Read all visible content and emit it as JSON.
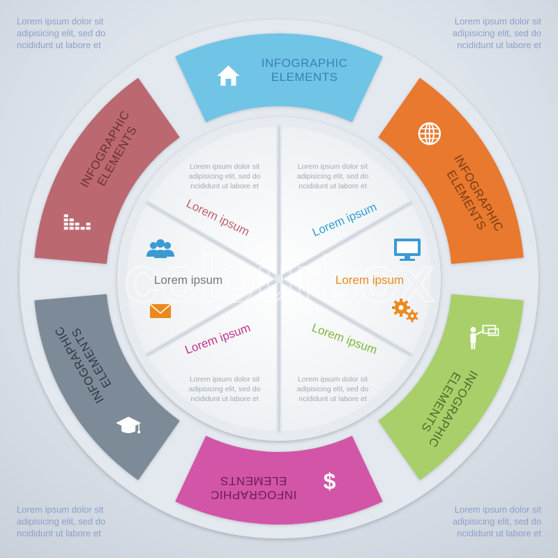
{
  "corner_texts": {
    "top_left": [
      "Lorem ipsum dolor sit",
      "adipisicing elit, sed do",
      "ncididunt ut labore et"
    ],
    "top_right": [
      "Lorem ipsum dolor sit",
      "adipisicing elit, sed do",
      "ncididunt ut labore et"
    ],
    "bottom_left": [
      "Lorem ipsum dolor sit",
      "adipisicing elit, sed do",
      "ncididunt ut labore et"
    ],
    "bottom_right": [
      "Lorem ipsum dolor sit",
      "adipisicing elit, sed do",
      "ncididunt ut labore et"
    ]
  },
  "outer_segments": [
    {
      "name": "top",
      "line1": "INFOGRAPHIC",
      "line2": "ELEMENTS",
      "color": "#6fc4e6",
      "text_color": "#3a7fb8",
      "icon": "house-icon"
    },
    {
      "name": "top-right",
      "line1": "INFOGRAPHIC",
      "line2": "ELEMENTS",
      "color": "#e8792f",
      "text_color": "#7a3a12",
      "icon": "globe-icon"
    },
    {
      "name": "bottom-right",
      "line1": "INFOGRAPHIC",
      "line2": "ELEMENTS",
      "color": "#a8cf6a",
      "text_color": "#4a6a2a",
      "icon": "presenter-icon"
    },
    {
      "name": "bottom",
      "line1": "INFOGRAPHIC",
      "line2": "ELEMENTS",
      "color": "#d255a7",
      "text_color": "#6a1c52",
      "icon": "dollar-icon"
    },
    {
      "name": "bottom-left",
      "line1": "INFOGRAPHIC",
      "line2": "ELEMENTS",
      "color": "#7d8b99",
      "text_color": "#2e3842",
      "icon": "graduation-cap-icon"
    },
    {
      "name": "top-left",
      "line1": "INFOGRAPHIC",
      "line2": "ELEMENTS",
      "color": "#bb6870",
      "text_color": "#6a3036",
      "icon": "bar-chart-icon"
    }
  ],
  "inner_texts": {
    "top_left_para": [
      "Lorem ipsum dolor sit",
      "adipisicing elit, sed do",
      "ncididunt ut labore et"
    ],
    "top_right_para": [
      "Lorem ipsum dolor sit",
      "adipisicing elit, sed do",
      "ncididunt ut labore et"
    ],
    "bottom_left_para": [
      "Lorem ipsum dolor sit",
      "adipisicing elit, sed do",
      "ncididunt ut labore et"
    ],
    "bottom_right_para": [
      "Lorem ipsum dolor sit",
      "adipisicing elit, sed do",
      "ncididunt ut labore et"
    ]
  },
  "inner_labels": [
    {
      "name": "upper-left",
      "text": "Lorem ipsum",
      "color": "#c0616e"
    },
    {
      "name": "upper-right",
      "text": "Lorem ipsum",
      "color": "#2e9fd2"
    },
    {
      "name": "left",
      "text": "Lorem ipsum",
      "color": "#6e7884"
    },
    {
      "name": "right",
      "text": "Lorem ipsum",
      "color": "#ea8a1d"
    },
    {
      "name": "lower-left",
      "text": "Lorem ipsum",
      "color": "#c0328e"
    },
    {
      "name": "lower-right",
      "text": "Lorem ipsum",
      "color": "#7fb53a"
    }
  ],
  "inner_icons": [
    {
      "name": "people-icon",
      "color": "#3a9ad4"
    },
    {
      "name": "envelope-icon",
      "color": "#ea8a1d"
    },
    {
      "name": "monitor-icon",
      "color": "#3a9ad4"
    },
    {
      "name": "gears-icon",
      "color": "#ea8a1d"
    }
  ],
  "watermark": "colourbox"
}
